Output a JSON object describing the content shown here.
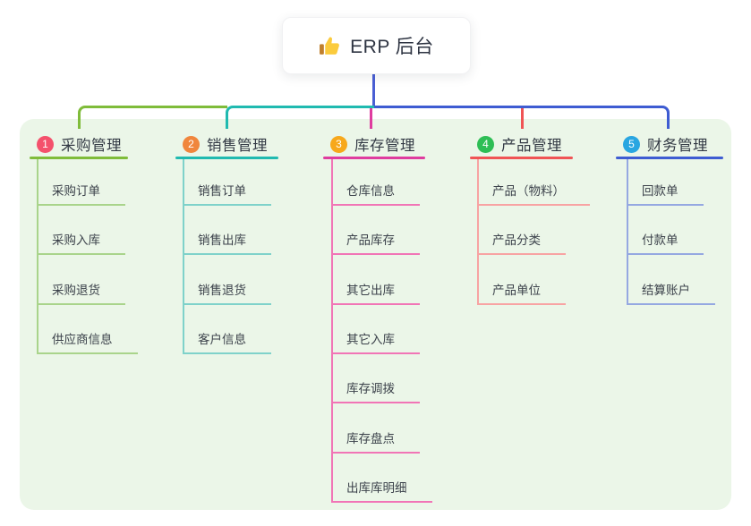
{
  "root": {
    "label": "ERP 后台",
    "icon": "thumbs-up-icon"
  },
  "panel": {
    "background": "#EBF6E8"
  },
  "connector_color": "#4A5FD4",
  "branches": [
    {
      "number": "1",
      "label": "采购管理",
      "badge_color": "#F4516C",
      "line_color": "#7FBC3A",
      "child_line_color": "#A9D48B",
      "children": [
        "采购订单",
        "采购入库",
        "采购退货",
        "供应商信息"
      ]
    },
    {
      "number": "2",
      "label": "销售管理",
      "badge_color": "#F0863D",
      "line_color": "#20BAB0",
      "child_line_color": "#7FD2CA",
      "children": [
        "销售订单",
        "销售出库",
        "销售退货",
        "客户信息"
      ]
    },
    {
      "number": "3",
      "label": "库存管理",
      "badge_color": "#F7A81B",
      "line_color": "#DF3C9F",
      "child_line_color": "#F175B6",
      "children": [
        "仓库信息",
        "产品库存",
        "其它出库",
        "其它入库",
        "库存调拨",
        "库存盘点",
        "出库库明细"
      ]
    },
    {
      "number": "4",
      "label": "产品管理",
      "badge_color": "#2EBE55",
      "line_color": "#F05455",
      "child_line_color": "#F8A3A3",
      "children": [
        "产品（物料）",
        "产品分类",
        "产品单位"
      ]
    },
    {
      "number": "5",
      "label": "财务管理",
      "badge_color": "#29A6E1",
      "line_color": "#3E5CD2",
      "child_line_color": "#95A8E1",
      "children": [
        "回款单",
        "付款单",
        "结算账户"
      ]
    }
  ]
}
